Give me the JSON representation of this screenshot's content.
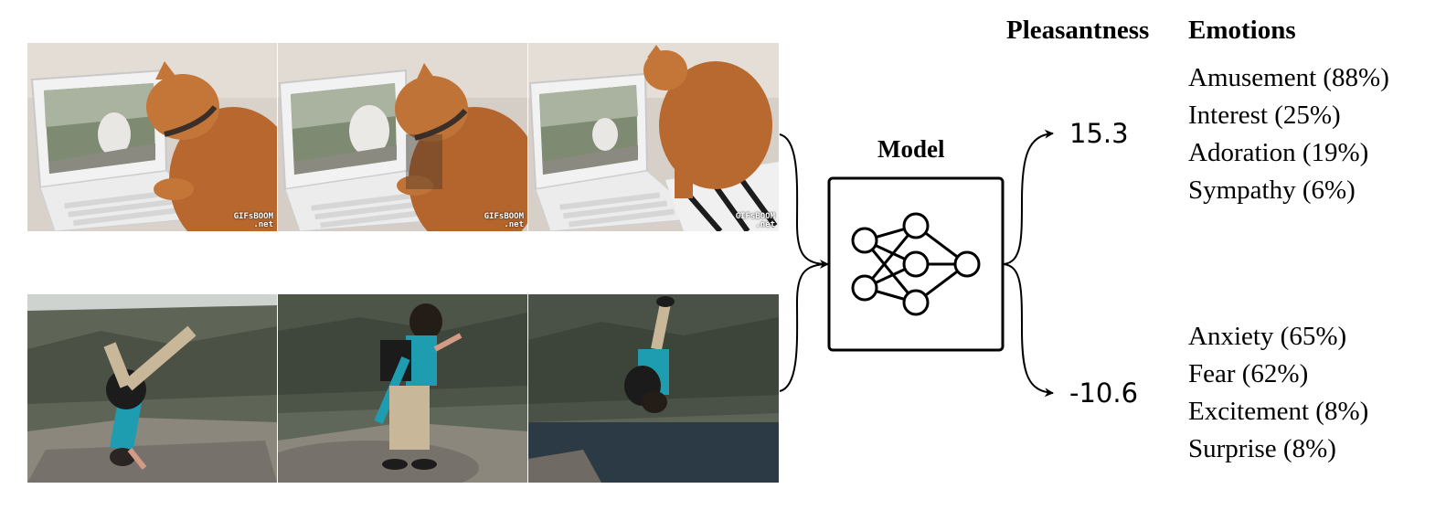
{
  "headers": {
    "pleasantness": "Pleasantness",
    "emotions": "Emotions"
  },
  "model": {
    "label": "Model",
    "icon": "neural-network-icon"
  },
  "top_example": {
    "content": "cat watching video on laptop",
    "watermarks": [
      "GIFsBOOM\n.net",
      "GIFsBOOM\n.net",
      "GIFsBOOM\n.net"
    ],
    "pleasantness": "15.3",
    "emotions": [
      {
        "text": "Amusement (88%)"
      },
      {
        "text": "Interest (25%)"
      },
      {
        "text": "Adoration (19%)"
      },
      {
        "text": "Sympathy (6%)"
      }
    ]
  },
  "bottom_example": {
    "content": "person flipping on cliff edge",
    "pleasantness": "-10.6",
    "emotions": [
      {
        "text": "Anxiety (65%)"
      },
      {
        "text": "Fear (62%)"
      },
      {
        "text": "Excitement (8%)"
      },
      {
        "text": "Surprise (8%)"
      }
    ]
  },
  "colors": {
    "ink": "#000000",
    "background": "#ffffff"
  }
}
